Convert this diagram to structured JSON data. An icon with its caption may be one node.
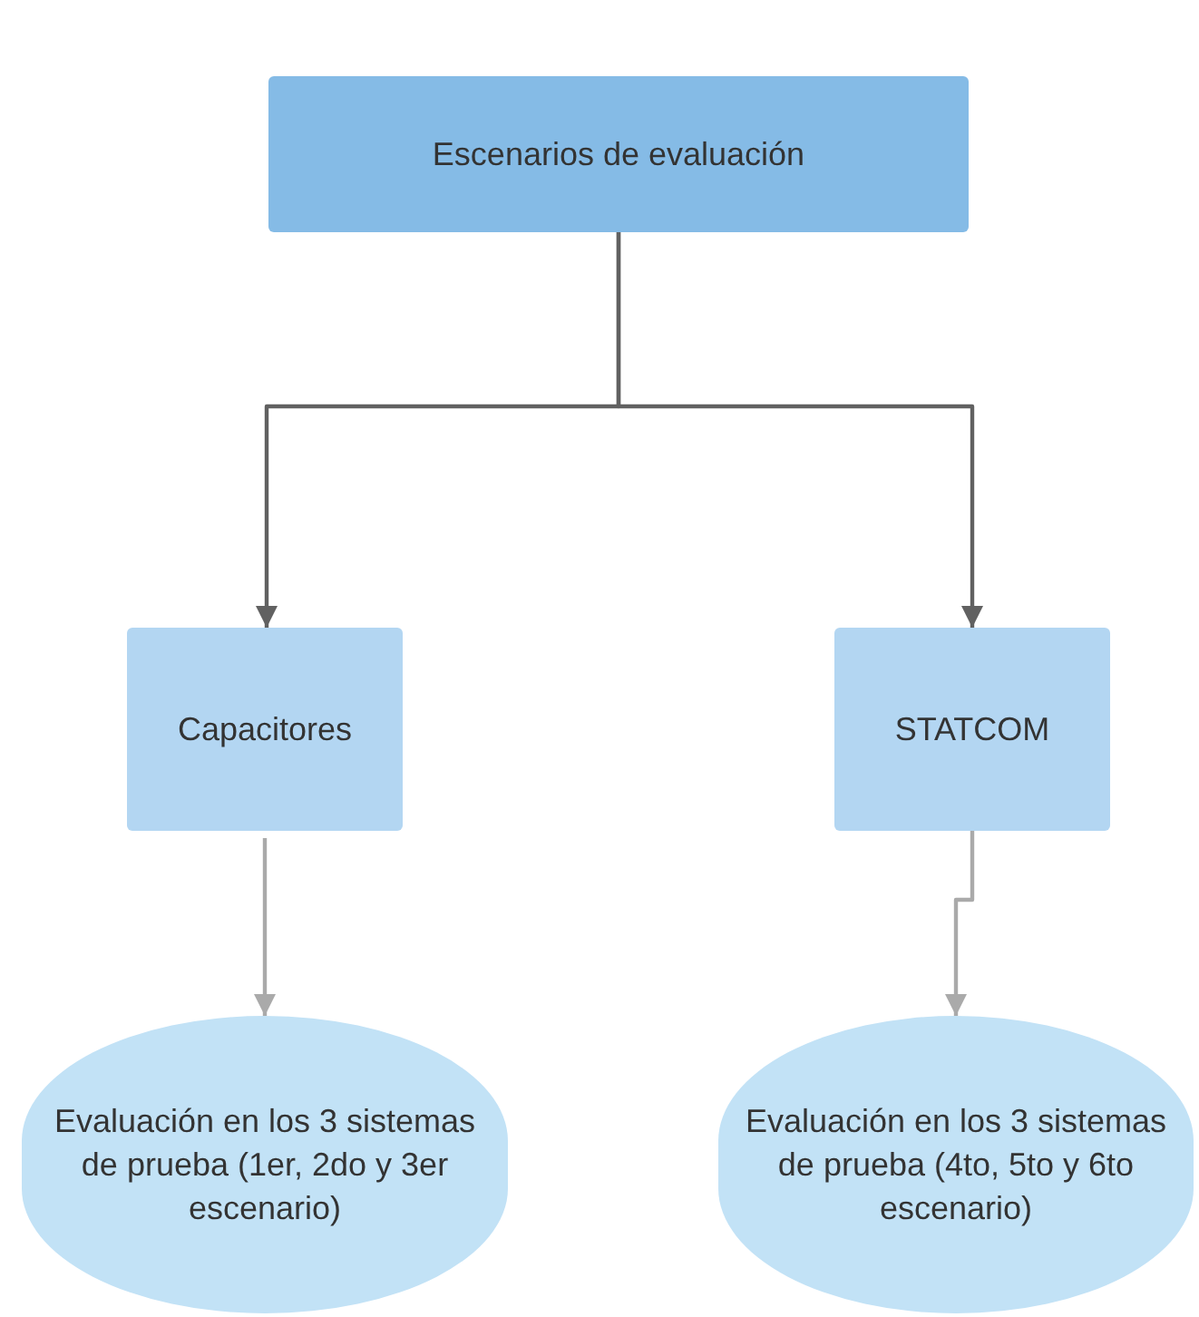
{
  "diagram": {
    "nodes": [
      {
        "text": [
          "Escenarios de evaluación"
        ]
      },
      {
        "text": [
          "Capacitores"
        ]
      },
      {
        "text": [
          "STATCOM"
        ]
      },
      {
        "text": [
          "Evaluación en los 3 sistemas de prueba (1er, 2do y 3er escenario)"
        ]
      },
      {
        "text": [
          "Evaluación en los 3 sistemas de prueba (4to, 5to y 6to escenario)"
        ]
      }
    ],
    "edges": [
      {
        "from": 0,
        "to": 1,
        "arrow": "to"
      },
      {
        "from": 0,
        "to": 2,
        "arrow": "to"
      },
      {
        "from": 1,
        "to": 3,
        "arrow": "to",
        "color": "#aaaaaa"
      },
      {
        "from": 2,
        "to": 4,
        "arrow": "to",
        "color": "#aaaaaa"
      }
    ]
  }
}
